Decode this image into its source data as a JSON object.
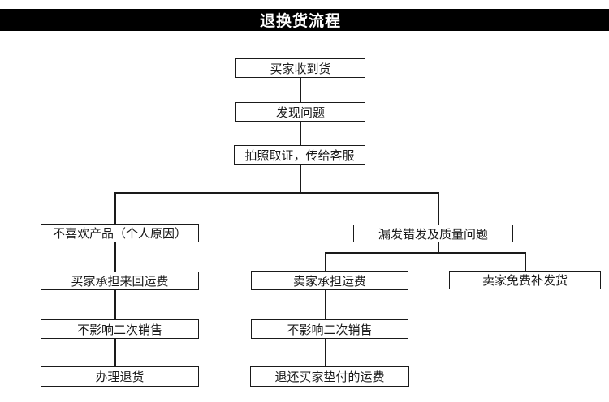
{
  "header": {
    "title": "退换货流程"
  },
  "colors": {
    "header_bg": "#000000",
    "header_text": "#ffffff",
    "box_border": "#1a1a1a",
    "box_bg": "#ffffff",
    "line": "#1a1a1a",
    "text": "#1a1a1a",
    "page_bg": "#ffffff"
  },
  "nodes": [
    {
      "id": "buyer-receives-goods",
      "label": "买家收到货"
    },
    {
      "id": "problem-found",
      "label": "发现问题"
    },
    {
      "id": "photo-evidence",
      "label": "拍照取证，传给客服"
    },
    {
      "id": "dislike-personal",
      "label": "不喜欢产品（个人原因）"
    },
    {
      "id": "wrong-or-quality",
      "label": "漏发错发及质量问题"
    },
    {
      "id": "buyer-pays-shipping",
      "label": "买家承担来回运费"
    },
    {
      "id": "seller-pays-shipping",
      "label": "卖家承担运费"
    },
    {
      "id": "seller-free-reship",
      "label": "卖家免费补发货"
    },
    {
      "id": "resale-unaffected-left",
      "label": "不影响二次销售"
    },
    {
      "id": "resale-unaffected-mid",
      "label": "不影响二次销售"
    },
    {
      "id": "process-return",
      "label": "办理退货"
    },
    {
      "id": "refund-advanced-fee",
      "label": "退还买家垫付的运费"
    }
  ],
  "flow": {
    "edges": [
      [
        "买家收到货",
        "发现问题"
      ],
      [
        "发现问题",
        "拍照取证，传给客服"
      ],
      [
        "拍照取证，传给客服",
        "不喜欢产品（个人原因）"
      ],
      [
        "拍照取证，传给客服",
        "漏发错发及质量问题"
      ],
      [
        "不喜欢产品（个人原因）",
        "买家承担来回运费"
      ],
      [
        "买家承担来回运费",
        "不影响二次销售"
      ],
      [
        "不影响二次销售",
        "办理退货"
      ],
      [
        "漏发错发及质量问题",
        "卖家承担运费"
      ],
      [
        "漏发错发及质量问题",
        "卖家免费补发货"
      ],
      [
        "卖家承担运费",
        "不影响二次销售"
      ],
      [
        "不影响二次销售",
        "退还买家垫付的运费"
      ]
    ]
  }
}
